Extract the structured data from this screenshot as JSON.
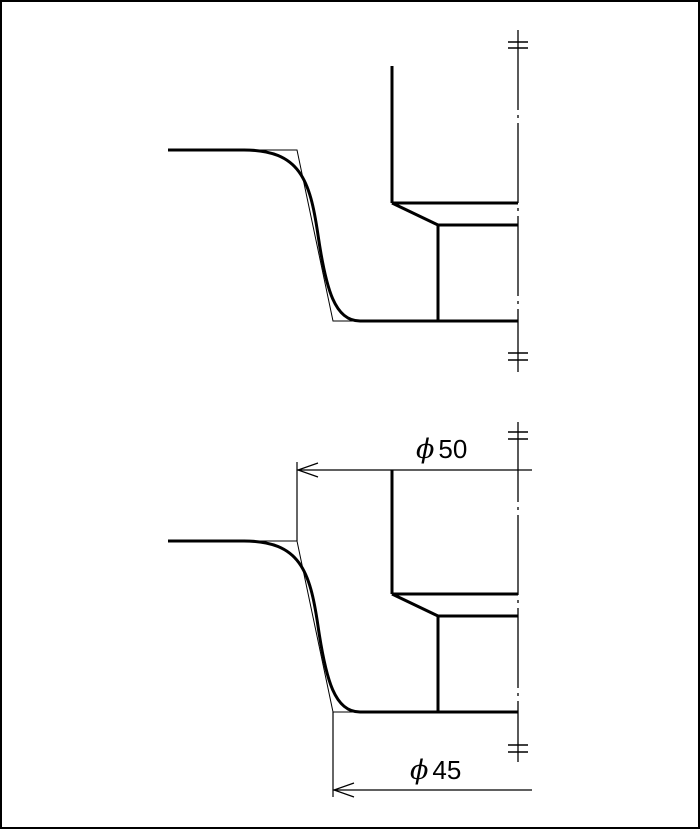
{
  "drawing": {
    "dimension_top": {
      "symbol": "ϕ",
      "value": "50"
    },
    "dimension_bottom": {
      "symbol": "ϕ",
      "value": "45"
    }
  },
  "colors": {
    "line": "#000000",
    "background": "#ffffff"
  }
}
